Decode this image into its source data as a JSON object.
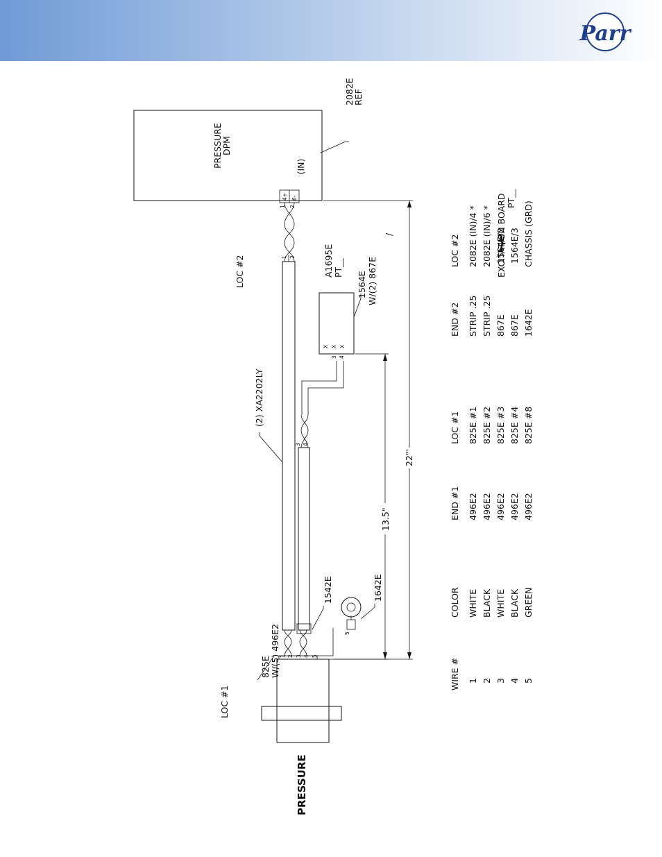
{
  "brand": {
    "logo_text": "Parr",
    "header_gradient": [
      "#6f9bd6",
      "#ffffff"
    ],
    "logo_color": "#1b3f94"
  },
  "diagram": {
    "section_title": "PRESSURE",
    "dpm_box": {
      "line1": "PRESSURE",
      "line2": "DPM",
      "port": "(IN)"
    },
    "dpm_ref": {
      "line1": "2082E",
      "line2": "REF"
    },
    "dpm_pins": [
      "4+",
      "6-"
    ],
    "dpm_pin_numbers": [
      "1",
      "2"
    ],
    "loc1": "LOC #1",
    "loc2": "LOC #2",
    "connector_ref": {
      "line1": "825E",
      "line2": "W/(5) 496E2"
    },
    "cable_ref": "(2) XA2202LY",
    "excitation_ref": {
      "line1": "A1695E",
      "line2": "PT__",
      "line3": "1564E",
      "line4": "W/(2) 867E",
      "slash": "/"
    },
    "cable_clip": "1542E",
    "ring_lug": "1642E",
    "dim_short": "13.5\"",
    "dim_long": "22\"'",
    "connector_pins": [
      "1",
      "2",
      "3",
      "4",
      "5"
    ],
    "cable_end_pins": [
      "1",
      "2"
    ],
    "branch_pins": [
      "3",
      "4"
    ],
    "board_pins": [
      "3",
      "4"
    ],
    "board_x": [
      "X",
      "X",
      "X"
    ],
    "lug_pin": "5"
  },
  "wire_table": {
    "headers": [
      "WIRE #",
      "COLOR",
      "END #1",
      "LOC #1",
      "END #2",
      "LOC #2"
    ],
    "rows": [
      [
        "1",
        "WHITE",
        "496E2",
        "825E #1",
        "STRIP .25",
        "2082E (IN)/4 *"
      ],
      [
        "2",
        "BLACK",
        "496E2",
        "825E #2",
        "STRIP .25",
        "2082E (IN)/6 *"
      ],
      [
        "3",
        "WHITE",
        "496E2",
        "825E #3",
        "867E",
        "1564E/2"
      ],
      [
        "4",
        "BLACK",
        "496E2",
        "825E #4",
        "867E",
        "1564E/3"
      ],
      [
        "5",
        "GREEN",
        "496E2",
        "825E #8",
        "1642E",
        "CHASSIS (GRD)"
      ]
    ],
    "bracket": "}",
    "bracket_label": {
      "line1": "EXCITATION BOARD",
      "line2": "PT__"
    }
  }
}
